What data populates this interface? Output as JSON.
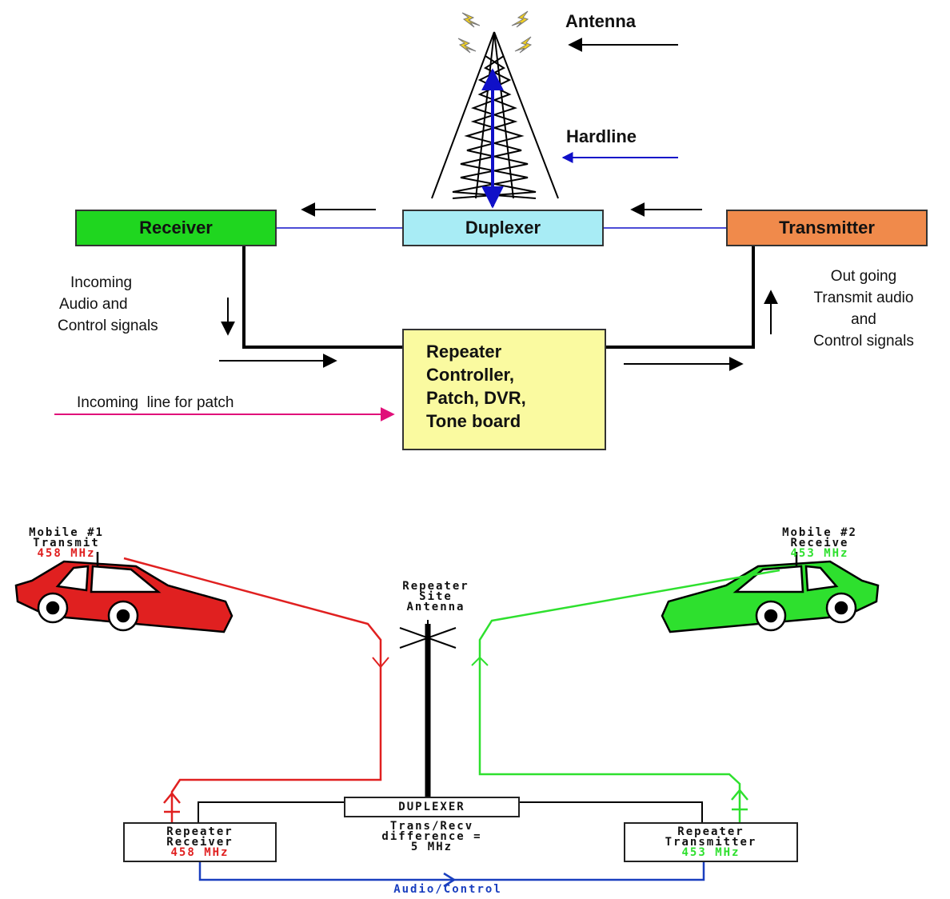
{
  "top_diagram": {
    "antenna_label": "Antenna",
    "hardline_label": "Hardline",
    "receiver": "Receiver",
    "duplexer": "Duplexer",
    "transmitter": "Transmitter",
    "incoming_audio": [
      "Incoming",
      "Audio and",
      "Control signals"
    ],
    "outgoing_audio": [
      "Out going",
      "Transmit audio",
      "and",
      "Control signals"
    ],
    "controller": [
      "Repeater",
      "Controller,",
      "Patch, DVR,",
      "Tone board"
    ],
    "patch_line": "Incoming  line for patch",
    "colors": {
      "receiver": "#1fd61f",
      "duplexer": "#a8ecf5",
      "transmitter": "#f08a4b",
      "controller": "#fafaa0",
      "hardline": "#1010c8",
      "patch": "#e0107a"
    }
  },
  "bottom_diagram": {
    "mobile1": {
      "line1": "Mobile #1",
      "line2": "Transmit",
      "freq": "458 MHz"
    },
    "mobile2": {
      "line1": "Mobile #2",
      "line2": "Receive",
      "freq": "453 MHz"
    },
    "site_antenna": [
      "Repeater",
      "Site",
      "Antenna"
    ],
    "duplexer": "DUPLEXER",
    "trans_recv": [
      "Trans/Recv",
      "difference =",
      "5 MHz"
    ],
    "rep_receiver": {
      "line1": "Repeater",
      "line2": "Receiver",
      "freq": "458 MHz"
    },
    "rep_transmitter": {
      "line1": "Repeater",
      "line2": "Transmitter",
      "freq": "453 MHz"
    },
    "audio_control": "Audio/Control",
    "colors": {
      "mobile1": "#e02020",
      "mobile2": "#2ee02e",
      "audio": "#1a3fbf"
    }
  }
}
